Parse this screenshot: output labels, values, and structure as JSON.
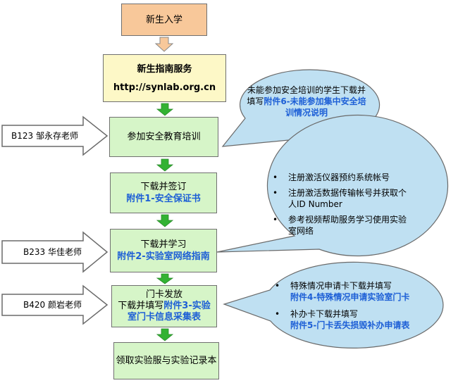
{
  "steps": [
    {
      "lines": [
        "新生入学"
      ]
    },
    {
      "lines": [
        "新生指南服务",
        "http://synlab.org.cn"
      ]
    },
    {
      "lines": [
        "参加安全教育培训"
      ]
    },
    {
      "lines": [
        "下载并签订",
        "附件1-安全保证书"
      ]
    },
    {
      "lines": [
        "下载并学习",
        "附件2-实验室网络指南"
      ]
    },
    {
      "lines": [
        "门卡发放",
        "下载并填写",
        "附件3-实验",
        "室门卡信息采集表"
      ]
    },
    {
      "lines": [
        "领取实验服与实验记录本"
      ]
    }
  ],
  "contacts": [
    "B123 邹永存老师",
    "B233 华佳老师",
    "B420 颜岩老师"
  ],
  "callouts": {
    "safety": {
      "text": "未能参加安全培训的学生下载并填写",
      "attachment": "附件6-未能参加集中安全培训情况说明"
    },
    "network": {
      "items": [
        "注册激活仪器预约系统帐号",
        "注册激活数据传输帐号并获取个人ID Number",
        "参考视频帮助服务学习使用实验室网络"
      ]
    },
    "card": {
      "items": [
        {
          "text": "特殊情况申请卡下载并填写",
          "attachment": "附件4-特殊情况申请实验室门卡"
        },
        {
          "text": "补办卡下载并填写",
          "attachment": "附件5-门卡丢失损毁补办申请表"
        }
      ]
    }
  },
  "colors": {
    "step_start": "#f8c89a",
    "step_guide": "#fdf8c7",
    "step": "#d6f5c8",
    "callout": "#bfe0f2",
    "arrow_down": "#33b233",
    "attachment_text": "#1d5fd6"
  }
}
